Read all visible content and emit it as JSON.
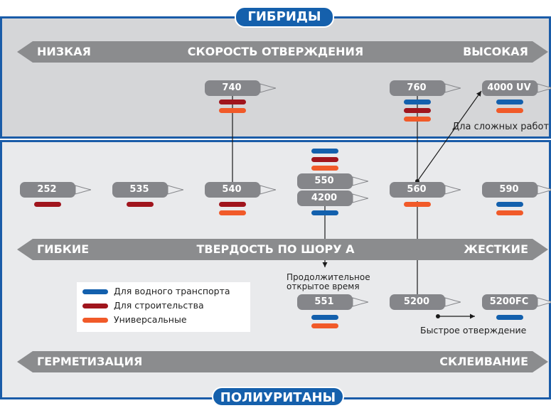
{
  "hybrids_label": "ГИБРИДЫ",
  "polyurethanes_label": "ПОЛИУРИТАНЫ",
  "band_cure_speed": {
    "left": "НИЗКАЯ",
    "center": "СКОРОСТЬ ОТВЕРЖДЕНИЯ",
    "right": "ВЫСОКАЯ"
  },
  "band_shore": {
    "left": "ГИБКИЕ",
    "center": "ТВЕРДОСТЬ ПО ШОРУ А",
    "right": "ЖЕСТКИЕ"
  },
  "band_application": {
    "left": "ГЕРМЕТИЗАЦИЯ",
    "right": "СКЛЕИВАНИЕ"
  },
  "products": {
    "p740": "740",
    "p760": "760",
    "p4000uv": "4000 UV",
    "p252": "252",
    "p535": "535",
    "p540": "540",
    "p550": "550",
    "p4200": "4200",
    "p560": "560",
    "p590": "590",
    "p551": "551",
    "p5200": "5200",
    "p5200fc": "5200FC"
  },
  "notes": {
    "complex": "Дла сложных работ",
    "open_time_1": "Продолжительное",
    "open_time_2": "открытое время",
    "fast_cure": "Быстрое отверждение"
  },
  "legend": [
    {
      "label": "Для водного транспорта",
      "color": "#1360ad"
    },
    {
      "label": "Для строительства",
      "color": "#a0151d"
    },
    {
      "label": "Универсальные",
      "color": "#f15a29"
    }
  ],
  "colors": {
    "marine": "#1360ad",
    "construction": "#a0151d",
    "universal": "#f15a29",
    "frame": "#1a5ca8"
  }
}
